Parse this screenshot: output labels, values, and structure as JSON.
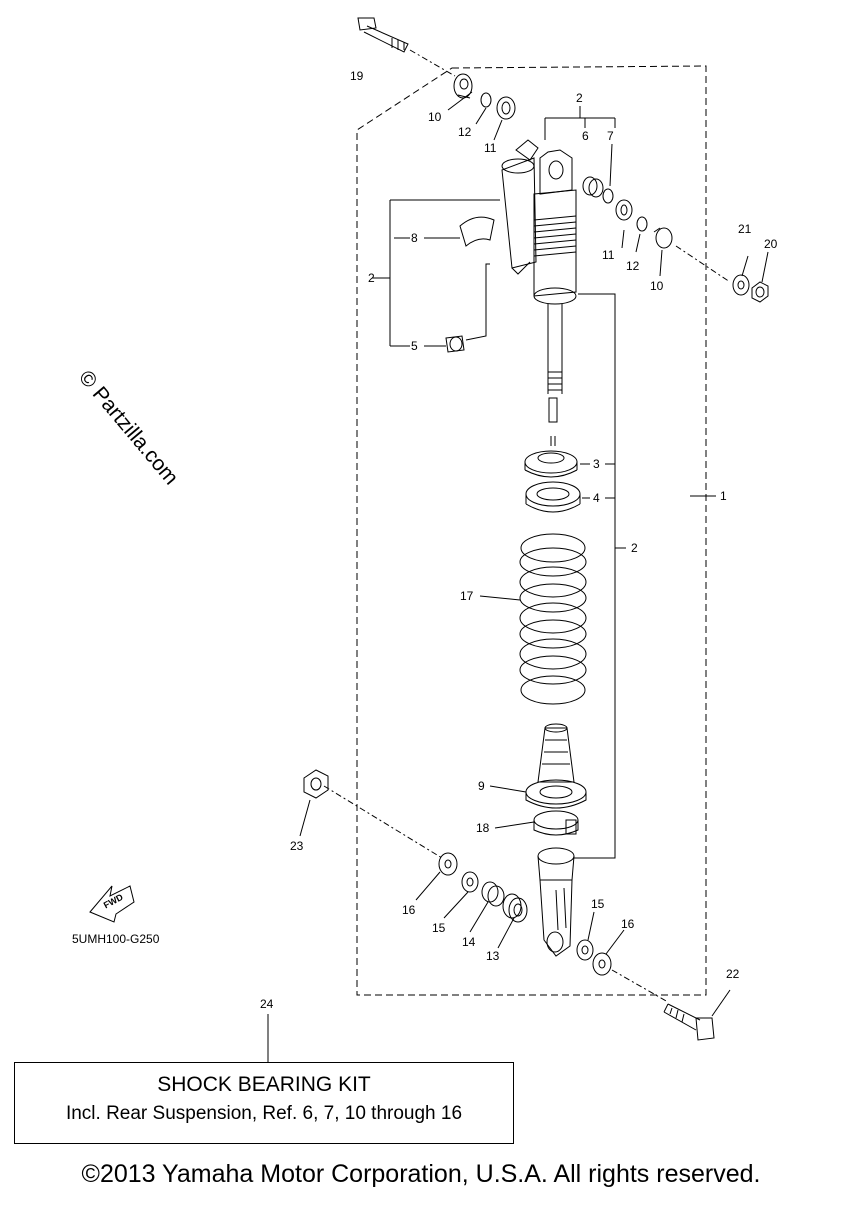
{
  "diagram": {
    "callouts": [
      "19",
      "10",
      "12",
      "11",
      "2",
      "6",
      "7",
      "8",
      "11",
      "12",
      "10",
      "21",
      "20",
      "2",
      "5",
      "3",
      "4",
      "2",
      "1",
      "17",
      "9",
      "18",
      "23",
      "16",
      "15",
      "14",
      "13",
      "15",
      "16",
      "22",
      "24"
    ]
  },
  "watermark": "© Partzilla.com",
  "fwd_label": "FWD",
  "drawing_code": "5UMH100-G250",
  "kit": {
    "title": "SHOCK BEARING KIT",
    "subtitle": "Incl. Rear Suspension, Ref. 6, 7, 10 through 16"
  },
  "copyright": "©2013 Yamaha Motor Corporation, U.S.A. All rights reserved."
}
